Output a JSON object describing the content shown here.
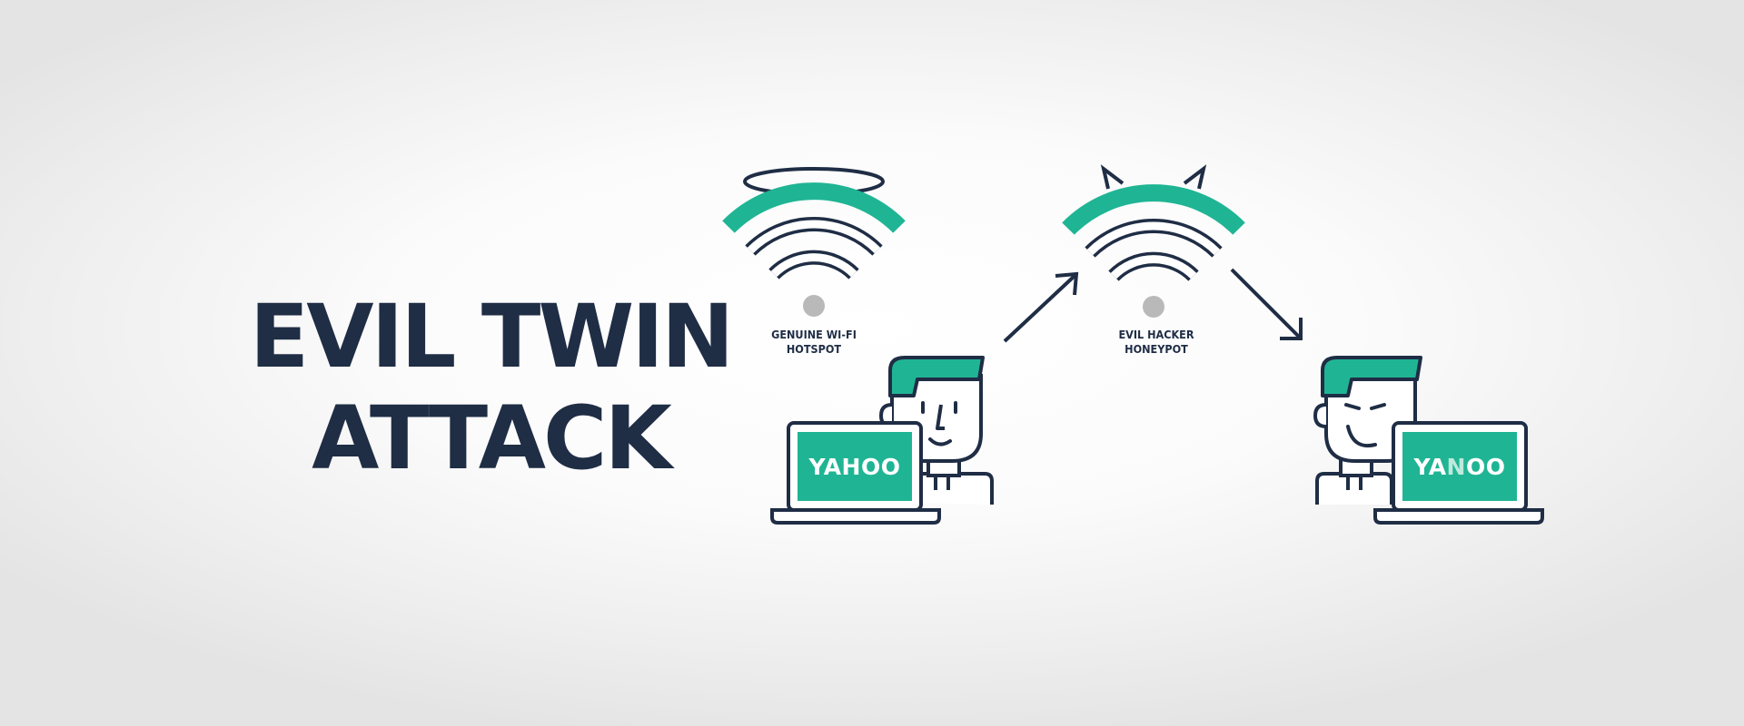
{
  "title": {
    "line1": "EVIL TWIN",
    "line2": "ATTACK"
  },
  "genuine_hotspot": {
    "label_line1": "GENUINE WI-FI",
    "label_line2": "HOTSPOT"
  },
  "evil_hotspot": {
    "label_line1": "EVIL HACKER",
    "label_line2": "HONEYPOT"
  },
  "victim_laptop": {
    "screen_text": "YAHOO"
  },
  "hacker_laptop": {
    "screen_text_part1": "YA",
    "screen_text_part2": "N",
    "screen_text_part3": "OO"
  },
  "colors": {
    "navy": "#1f2d45",
    "teal": "#1fb594",
    "grey_dot": "#b9b9b9",
    "background": "#f4f4f4"
  },
  "icons": [
    "halo-icon",
    "devil-horns-icon",
    "wifi-icon",
    "arrow-icon",
    "person-icon",
    "laptop-icon"
  ]
}
